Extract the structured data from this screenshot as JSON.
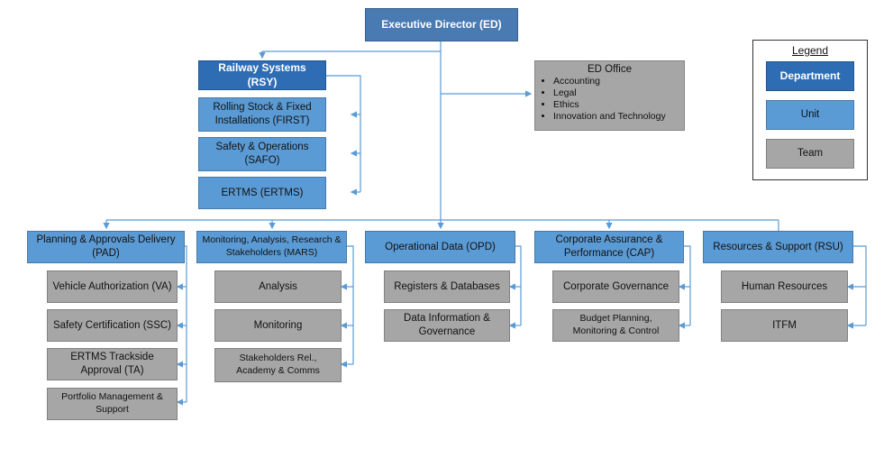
{
  "executive": "Executive Director (ED)",
  "departments": {
    "rsy": "Railway Systems (RSY)"
  },
  "units": {
    "first": "Rolling Stock & Fixed Installations (FIRST)",
    "safo": "Safety & Operations (SAFO)",
    "ertms": "ERTMS (ERTMS)",
    "pad": "Planning & Approvals Delivery (PAD)",
    "mars": "Monitoring, Analysis, Research & Stakeholders (MARS)",
    "opd": "Operational Data (OPD)",
    "cap": "Corporate Assurance & Performance (CAP)",
    "rsu": "Resources & Support (RSU)"
  },
  "teams": {
    "va": "Vehicle Authorization (VA)",
    "ssc": "Safety Certification (SSC)",
    "ta": "ERTMS Trackside Approval (TA)",
    "pms": "Portfolio Management & Support",
    "analysis": "Analysis",
    "monitoring": "Monitoring",
    "stakeholders": "Stakeholders Rel., Academy & Comms",
    "registers": "Registers & Databases",
    "datainfo": "Data Information & Governance",
    "corpgov": "Corporate Governance",
    "budget": "Budget Planning, Monitoring & Control",
    "hr": "Human Resources",
    "itfm": "ITFM"
  },
  "ed_office": {
    "title": "ED Office",
    "items": [
      "Accounting",
      "Legal",
      "Ethics",
      "Innovation and Technology"
    ]
  },
  "legend": {
    "title": "Legend",
    "department": "Department",
    "unit": "Unit",
    "team": "Team"
  },
  "colors": {
    "department": "#2e6db4",
    "unit": "#5b9bd5",
    "team": "#a6a6a6",
    "connector": "#5b9bd5"
  }
}
